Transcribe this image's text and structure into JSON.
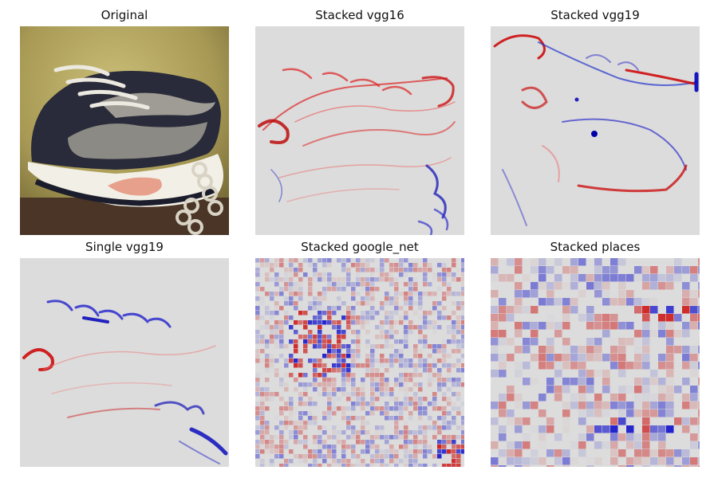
{
  "figure": {
    "panels": [
      {
        "id": "original",
        "title": "Original"
      },
      {
        "id": "stacked-vgg16",
        "title": "Stacked vgg16"
      },
      {
        "id": "stacked-vgg19",
        "title": "Stacked vgg19"
      },
      {
        "id": "single-vgg19",
        "title": "Single vgg19"
      },
      {
        "id": "stacked-google-net",
        "title": "Stacked google_net"
      },
      {
        "id": "stacked-places",
        "title": "Stacked places"
      }
    ],
    "colors": {
      "positive": "#cc0000",
      "negative": "#0000cc",
      "neutral": "#dcdcdc"
    }
  }
}
